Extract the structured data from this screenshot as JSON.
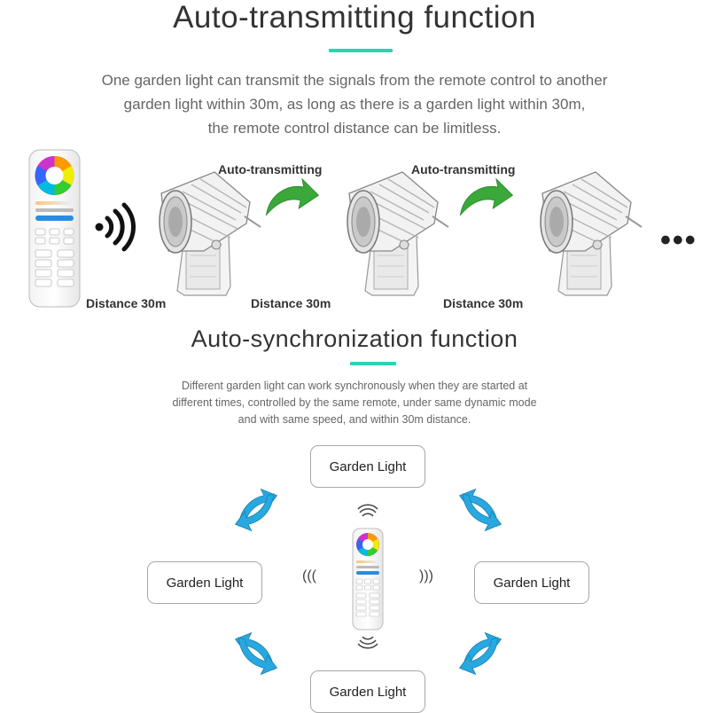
{
  "section1": {
    "title": "Auto-transmitting function",
    "description_lines": [
      "One garden light can transmit the signals from the remote control to another",
      "garden light within 30m, as long as there is a garden light within 30m,",
      "the remote control distance can be limitless."
    ],
    "transmit_labels": [
      "Auto-transmitting",
      "Auto-transmitting"
    ],
    "distance_labels": [
      "Distance 30m",
      "Distance 30m",
      "Distance 30m"
    ],
    "ellipsis": "•••"
  },
  "section2": {
    "title": "Auto-synchronization function",
    "description_lines": [
      "Different garden light can work synchronously when they are started at",
      "different times, controlled by the same remote, under same dynamic mode",
      "and with same speed, and within 30m distance."
    ],
    "boxes": [
      "Garden Light",
      "Garden Light",
      "Garden Light",
      "Garden Light"
    ],
    "wave_left": "(((",
    "wave_right": ")))"
  },
  "colors": {
    "accent": "#2ad3b2",
    "green_arrow": "#3aa93a",
    "blue_arrow": "#29a8e0"
  },
  "icons": [
    "remote-control-icon",
    "signal-waves-icon",
    "garden-light-icon",
    "curved-arrow-icon",
    "sync-arrow-icon"
  ]
}
